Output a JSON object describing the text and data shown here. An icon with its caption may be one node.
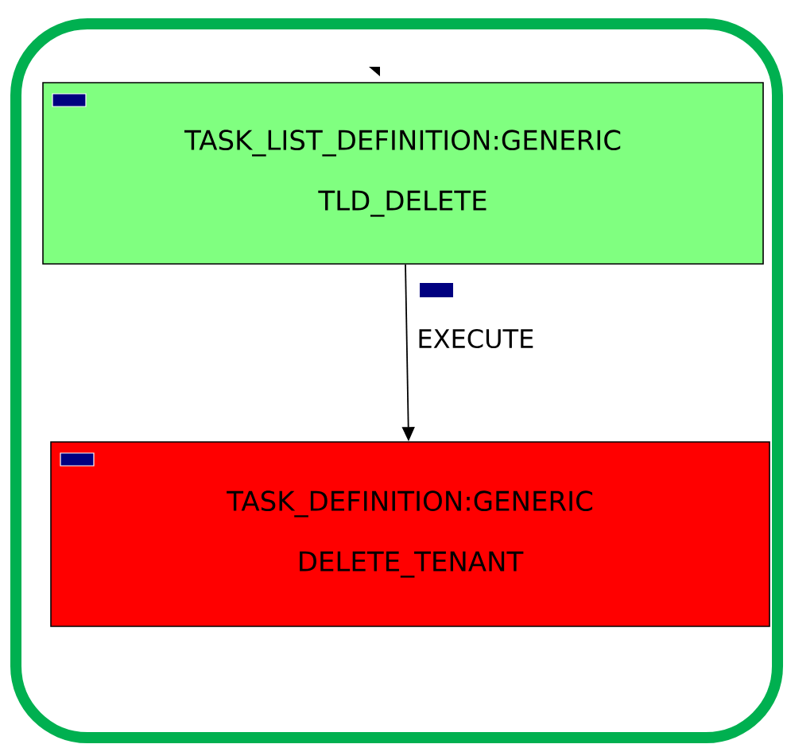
{
  "diagram": {
    "nodes": [
      {
        "text": [],
        "shape": "box"
      },
      {
        "text": [
          "TASK_LIST_DEFINITION:GENERIC",
          "TLD_DELETE"
        ],
        "in": 0
      },
      {
        "text": [
          "TASK_DEFINITION:GENERIC",
          "DELETE_TENANT"
        ],
        "in": 0
      }
    ],
    "edges": [
      {
        "from": 1,
        "to": 2,
        "arrow": "to",
        "label": "EXECUTE"
      }
    ]
  }
}
